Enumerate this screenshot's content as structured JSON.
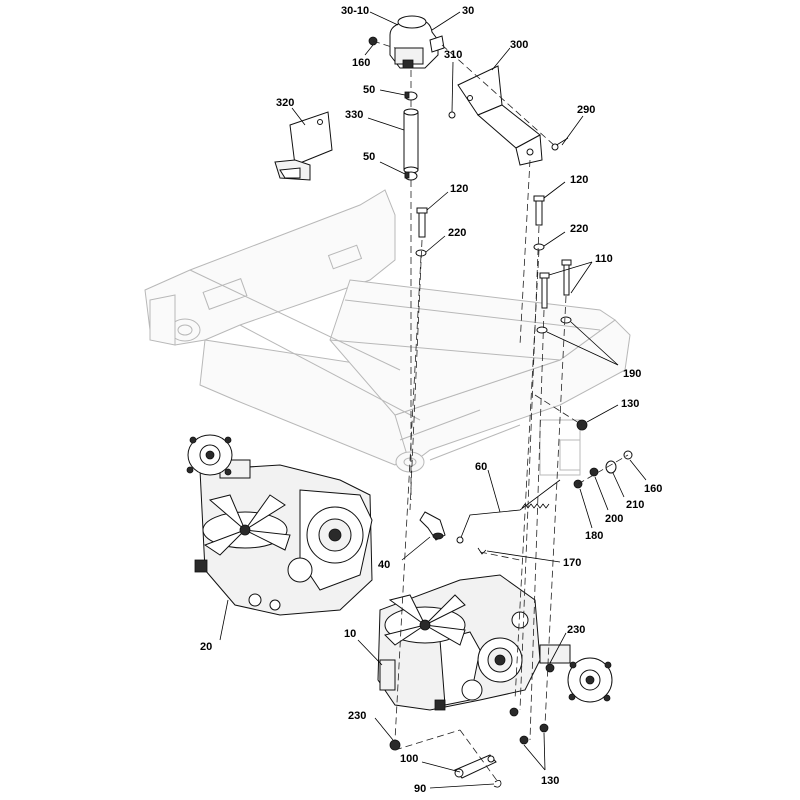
{
  "diagram": {
    "callouts": [
      "30-10",
      "30",
      "160",
      "310",
      "300",
      "50",
      "320",
      "330",
      "290",
      "50",
      "120",
      "120",
      "220",
      "220",
      "110",
      "190",
      "130",
      "160",
      "210",
      "200",
      "180",
      "60",
      "40",
      "170",
      "10",
      "230",
      "20",
      "230",
      "100",
      "130",
      "90"
    ],
    "components": [
      "frame",
      "transaxle-left",
      "transaxle-right",
      "reservoir",
      "bracket-300",
      "bracket-320",
      "linkage-rod"
    ]
  }
}
